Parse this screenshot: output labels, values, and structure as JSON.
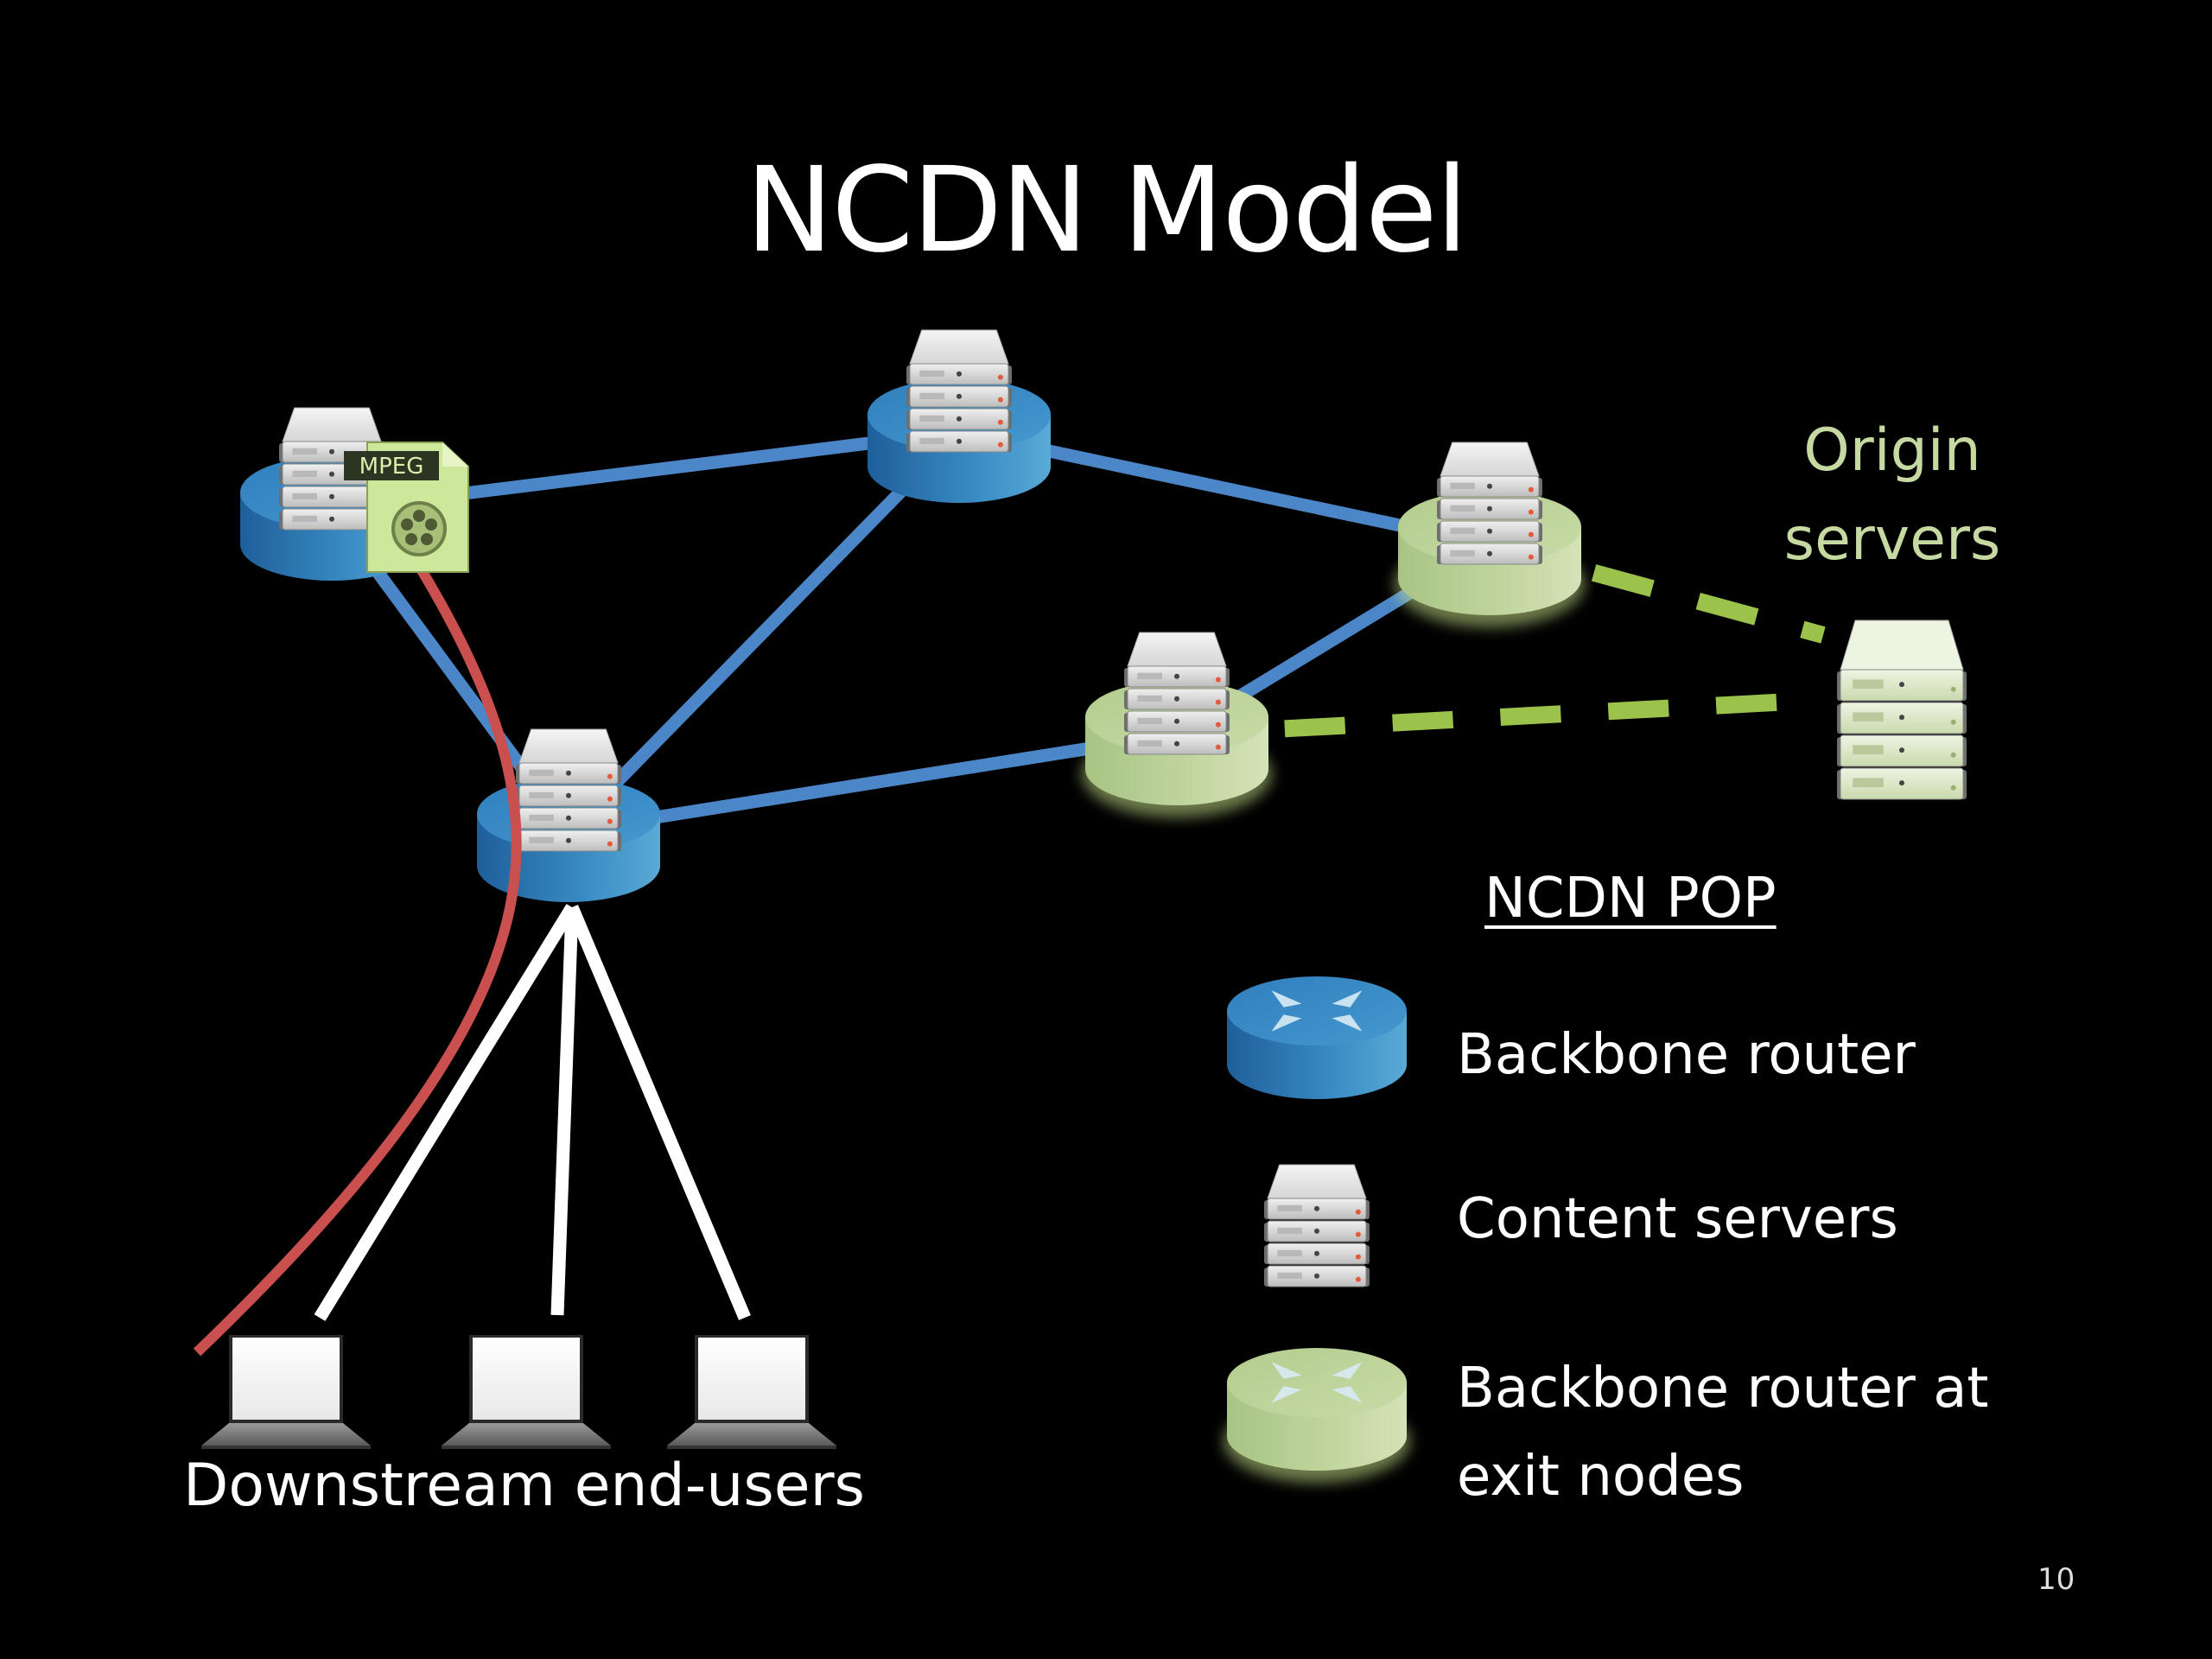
{
  "slide": {
    "title": "NCDN Model",
    "page_number": "10"
  },
  "diagram": {
    "colors": {
      "backbone_link": "#4a86c8",
      "dashed_link": "#9bc24a",
      "content_path": "#c9504f",
      "user_link": "#ffffff",
      "router_blue": "#3a8cc4",
      "router_green": "#c2d6a0",
      "origin_label": "#c5d9a1"
    },
    "nodes": [
      {
        "id": "A",
        "type": "backbone-router",
        "has_content_servers": true,
        "has_mpeg_file": true
      },
      {
        "id": "B",
        "type": "backbone-router",
        "has_content_servers": true
      },
      {
        "id": "C",
        "type": "backbone-router",
        "has_content_servers": true
      },
      {
        "id": "D",
        "type": "exit-router",
        "has_content_servers": true
      },
      {
        "id": "E",
        "type": "exit-router",
        "has_content_servers": true
      },
      {
        "id": "O",
        "type": "origin-servers"
      }
    ],
    "links": [
      {
        "from": "A",
        "to": "B",
        "style": "backbone"
      },
      {
        "from": "B",
        "to": "E",
        "style": "backbone"
      },
      {
        "from": "A",
        "to": "C",
        "style": "backbone"
      },
      {
        "from": "B",
        "to": "C",
        "style": "backbone"
      },
      {
        "from": "C",
        "to": "D",
        "style": "backbone"
      },
      {
        "from": "D",
        "to": "E",
        "style": "backbone"
      },
      {
        "from": "E",
        "to": "O",
        "style": "dashed"
      },
      {
        "from": "D",
        "to": "O",
        "style": "dashed"
      }
    ],
    "mpeg_label": "MPEG",
    "origin_label_lines": [
      "Origin",
      "servers"
    ],
    "end_users_label": "Downstream end-users",
    "end_user_count": 3
  },
  "legend": {
    "title": "NCDN POP",
    "items": [
      {
        "icon": "backbone-router-icon",
        "label": "Backbone router"
      },
      {
        "icon": "content-servers-icon",
        "label": "Content servers"
      },
      {
        "icon": "exit-router-icon",
        "label_lines": [
          "Backbone router at",
          "exit nodes"
        ]
      }
    ]
  }
}
